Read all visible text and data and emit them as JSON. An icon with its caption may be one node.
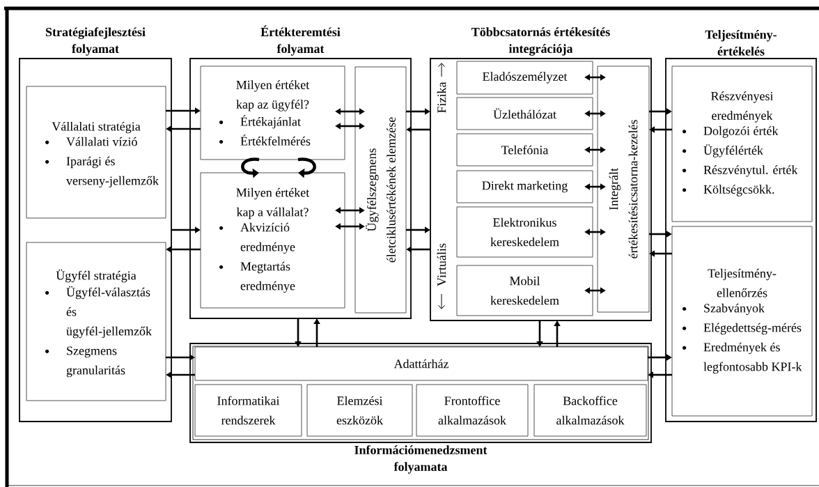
{
  "diagram": {
    "nodes": [
      {
        "text": [
          "Stratégiafejlesztési folyamat"
        ]
      },
      {
        "text": [
          "Vállalati stratégia",
          "Vállalati vízió",
          "Iparági és verseny-jellemzők"
        ],
        "in": 0
      },
      {
        "text": [
          "Ügyfél stratégia",
          "Ügyfél-választás és ügyfél-jellemzők",
          "Szegmens granularitás"
        ],
        "in": 0
      },
      {
        "text": [
          "Értékteremtési folyamat"
        ]
      },
      {
        "text": [
          "Milyen értéket kap az ügyfél?",
          "Értékajánlat",
          "Értékfelmérés"
        ],
        "in": 3
      },
      {
        "text": [
          "Milyen értéket kap a vállalat?",
          "Akvizíció eredménye",
          "Megtartás eredménye"
        ],
        "in": 3
      },
      {
        "text": [
          "Ügyfélszegmens életciklusértékének elemzése"
        ],
        "in": 3
      },
      {
        "text": [
          "Többcsatornás értékesítés integrációja"
        ]
      },
      {
        "text": [
          "Eladószemélyzet"
        ],
        "in": 7
      },
      {
        "text": [
          "Üzlethálózat"
        ],
        "in": 7
      },
      {
        "text": [
          "Telefónia"
        ],
        "in": 7
      },
      {
        "text": [
          "Direkt marketing"
        ],
        "in": 7
      },
      {
        "text": [
          "Elektronikus kereskedelem"
        ],
        "in": 7
      },
      {
        "text": [
          "Mobil kereskedelem"
        ],
        "in": 7
      },
      {
        "text": [
          "Integrált értékesítésicsatorna-kezelés"
        ],
        "in": 7
      },
      {
        "text": [
          "Teljesítmény-értékelés"
        ]
      },
      {
        "text": [
          "Részvényesi eredmények",
          "Dolgozói érték",
          "Ügyfélérték",
          "Részvénytul. érték",
          "Költségcsökk."
        ],
        "in": 15
      },
      {
        "text": [
          "Teljesítmény-ellenőrzés",
          "Szabványok",
          "Elégedettség-mérés",
          "Eredmények és legfontosabb KPI-k"
        ],
        "in": 15
      },
      {
        "text": [
          "Információmenedzsment folyamata"
        ]
      },
      {
        "text": [
          "Adattárház"
        ],
        "in": 18
      },
      {
        "text": [
          "Informatikai rendszerek"
        ],
        "in": 18
      },
      {
        "text": [
          "Elemzési eszközök"
        ],
        "in": 18
      },
      {
        "text": [
          "Frontoffice alkalmazások"
        ],
        "in": 18
      },
      {
        "text": [
          "Backoffice alkalmazások"
        ],
        "in": 18
      }
    ],
    "edges": [
      {
        "from": 1,
        "to": 4,
        "arrow": "to"
      },
      {
        "from": 4,
        "to": 1,
        "arrow": "to"
      },
      {
        "from": 0,
        "to": 5,
        "arrow": "to"
      },
      {
        "from": 5,
        "to": 2,
        "arrow": "to"
      },
      {
        "from": 2,
        "to": 19,
        "arrow": "to"
      },
      {
        "from": 19,
        "to": 2,
        "arrow": "to"
      },
      {
        "from": 4,
        "to": 5,
        "arrow": "to"
      },
      {
        "from": 4,
        "to": 5,
        "arrow": "to"
      },
      {
        "from": 4,
        "to": 6,
        "arrow": "both"
      },
      {
        "from": 4,
        "to": 6,
        "arrow": "both"
      },
      {
        "from": 5,
        "to": 6,
        "arrow": "both"
      },
      {
        "from": 5,
        "to": 6,
        "arrow": "both"
      },
      {
        "from": 6,
        "to": 7,
        "arrow": "to"
      },
      {
        "from": 7,
        "to": 6,
        "arrow": "to"
      },
      {
        "from": 6,
        "to": 7,
        "arrow": "to"
      },
      {
        "from": 7,
        "to": 6,
        "arrow": "to"
      },
      {
        "from": 8,
        "to": 14,
        "arrow": "both"
      },
      {
        "from": 9,
        "to": 14,
        "arrow": "both"
      },
      {
        "from": 10,
        "to": 14,
        "arrow": "both"
      },
      {
        "from": 11,
        "to": 14,
        "arrow": "both"
      },
      {
        "from": 12,
        "to": 14,
        "arrow": "both"
      },
      {
        "from": 13,
        "to": 14,
        "arrow": "both"
      },
      {
        "from": 14,
        "to": 16,
        "arrow": "to"
      },
      {
        "from": 16,
        "to": 14,
        "arrow": "to"
      },
      {
        "from": 14,
        "to": 17,
        "arrow": "to"
      },
      {
        "from": 17,
        "to": 14,
        "arrow": "to"
      },
      {
        "from": 19,
        "to": 17,
        "arrow": "to"
      },
      {
        "from": 17,
        "to": 19,
        "arrow": "to"
      },
      {
        "from": 3,
        "to": 19,
        "arrow": "to"
      },
      {
        "from": 19,
        "to": 3,
        "arrow": "to"
      },
      {
        "from": 7,
        "to": 19,
        "arrow": "to"
      },
      {
        "from": 19,
        "to": 7,
        "arrow": "to"
      }
    ],
    "labels": [
      "Fizika",
      "Virtuális"
    ]
  }
}
